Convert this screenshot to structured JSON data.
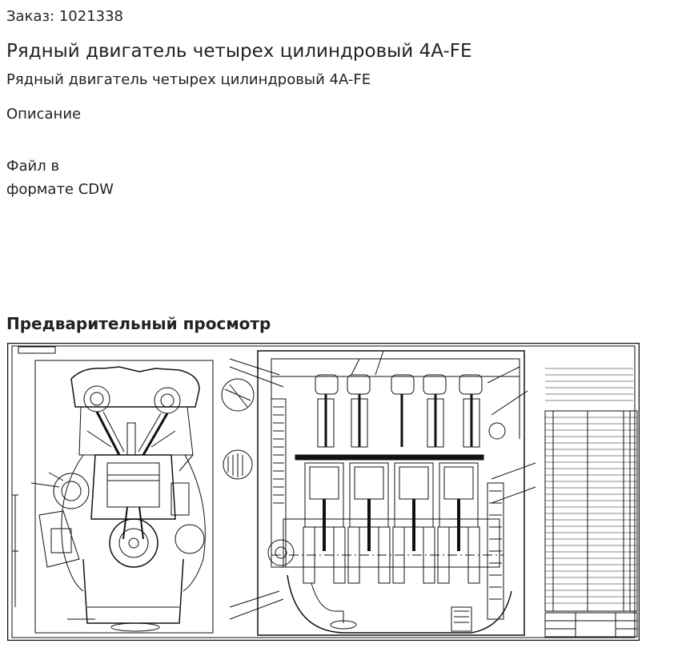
{
  "order": {
    "label": "Заказ:",
    "number": "1021338"
  },
  "product": {
    "title": "Рядный двигатель четырех цилиндровый 4A-FE",
    "subtitle": "Рядный двигатель четырех цилиндровый 4A-FE"
  },
  "description": {
    "heading": "Описание",
    "file_format_line1": "Файл в",
    "file_format_line2": "формате CDW"
  },
  "preview": {
    "heading": "Предварительный просмотр"
  },
  "colors": {
    "text": "#222222",
    "drawing_line": "#111111",
    "background": "#ffffff"
  }
}
